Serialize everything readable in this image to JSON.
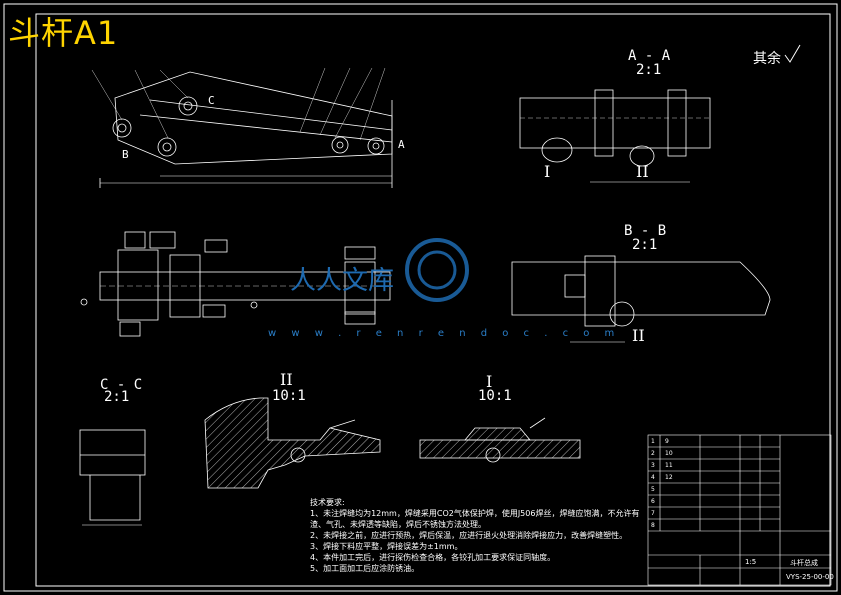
{
  "drawing": {
    "title": "斗杆A1",
    "roughness_note": "其余",
    "section_aa": {
      "label": "A - A",
      "scale": "2:1",
      "detail_left": "I",
      "detail_right": "II"
    },
    "section_bb": {
      "label": "B - B",
      "scale": "2:1",
      "detail": "II"
    },
    "section_cc": {
      "label": "C - C",
      "scale": "2:1"
    },
    "detail_ii": {
      "label": "II",
      "scale": "10:1"
    },
    "detail_i": {
      "label": "I",
      "scale": "10:1"
    },
    "view_marks": {
      "a": "A",
      "b": "B",
      "c": "C"
    }
  },
  "watermark": {
    "brand": "人人文库",
    "url": "w w w . r e n r e n d o c . c o m"
  },
  "notes": {
    "heading": "技术要求:",
    "lines": [
      "1、未注焊缝均为12mm，焊缝采用CO2气体保护焊，使用J506焊丝，焊缝应饱满，不允许有夹",
      "渣、气孔、未焊透等缺陷，焊后不锈蚀方法处理。",
      "2、未焊接之前，应进行预热，焊后保温，应进行退火处理消除焊接应力，改善焊缝塑性。",
      "3、焊接下料应平整，焊接误差为±1mm。",
      "4、本件加工完后，进行探伤检查合格，各铰孔加工要求保证同轴度。",
      "5、加工面加工后应涂防锈油。"
    ]
  },
  "title_block": {
    "rows": [
      "1",
      "2",
      "3",
      "4",
      "5",
      "6",
      "7",
      "8",
      "9",
      "10",
      "11",
      "12"
    ],
    "drawing_number": "VYS-25-00-00",
    "part_name": "斗杆总成",
    "scale": "1:5"
  }
}
